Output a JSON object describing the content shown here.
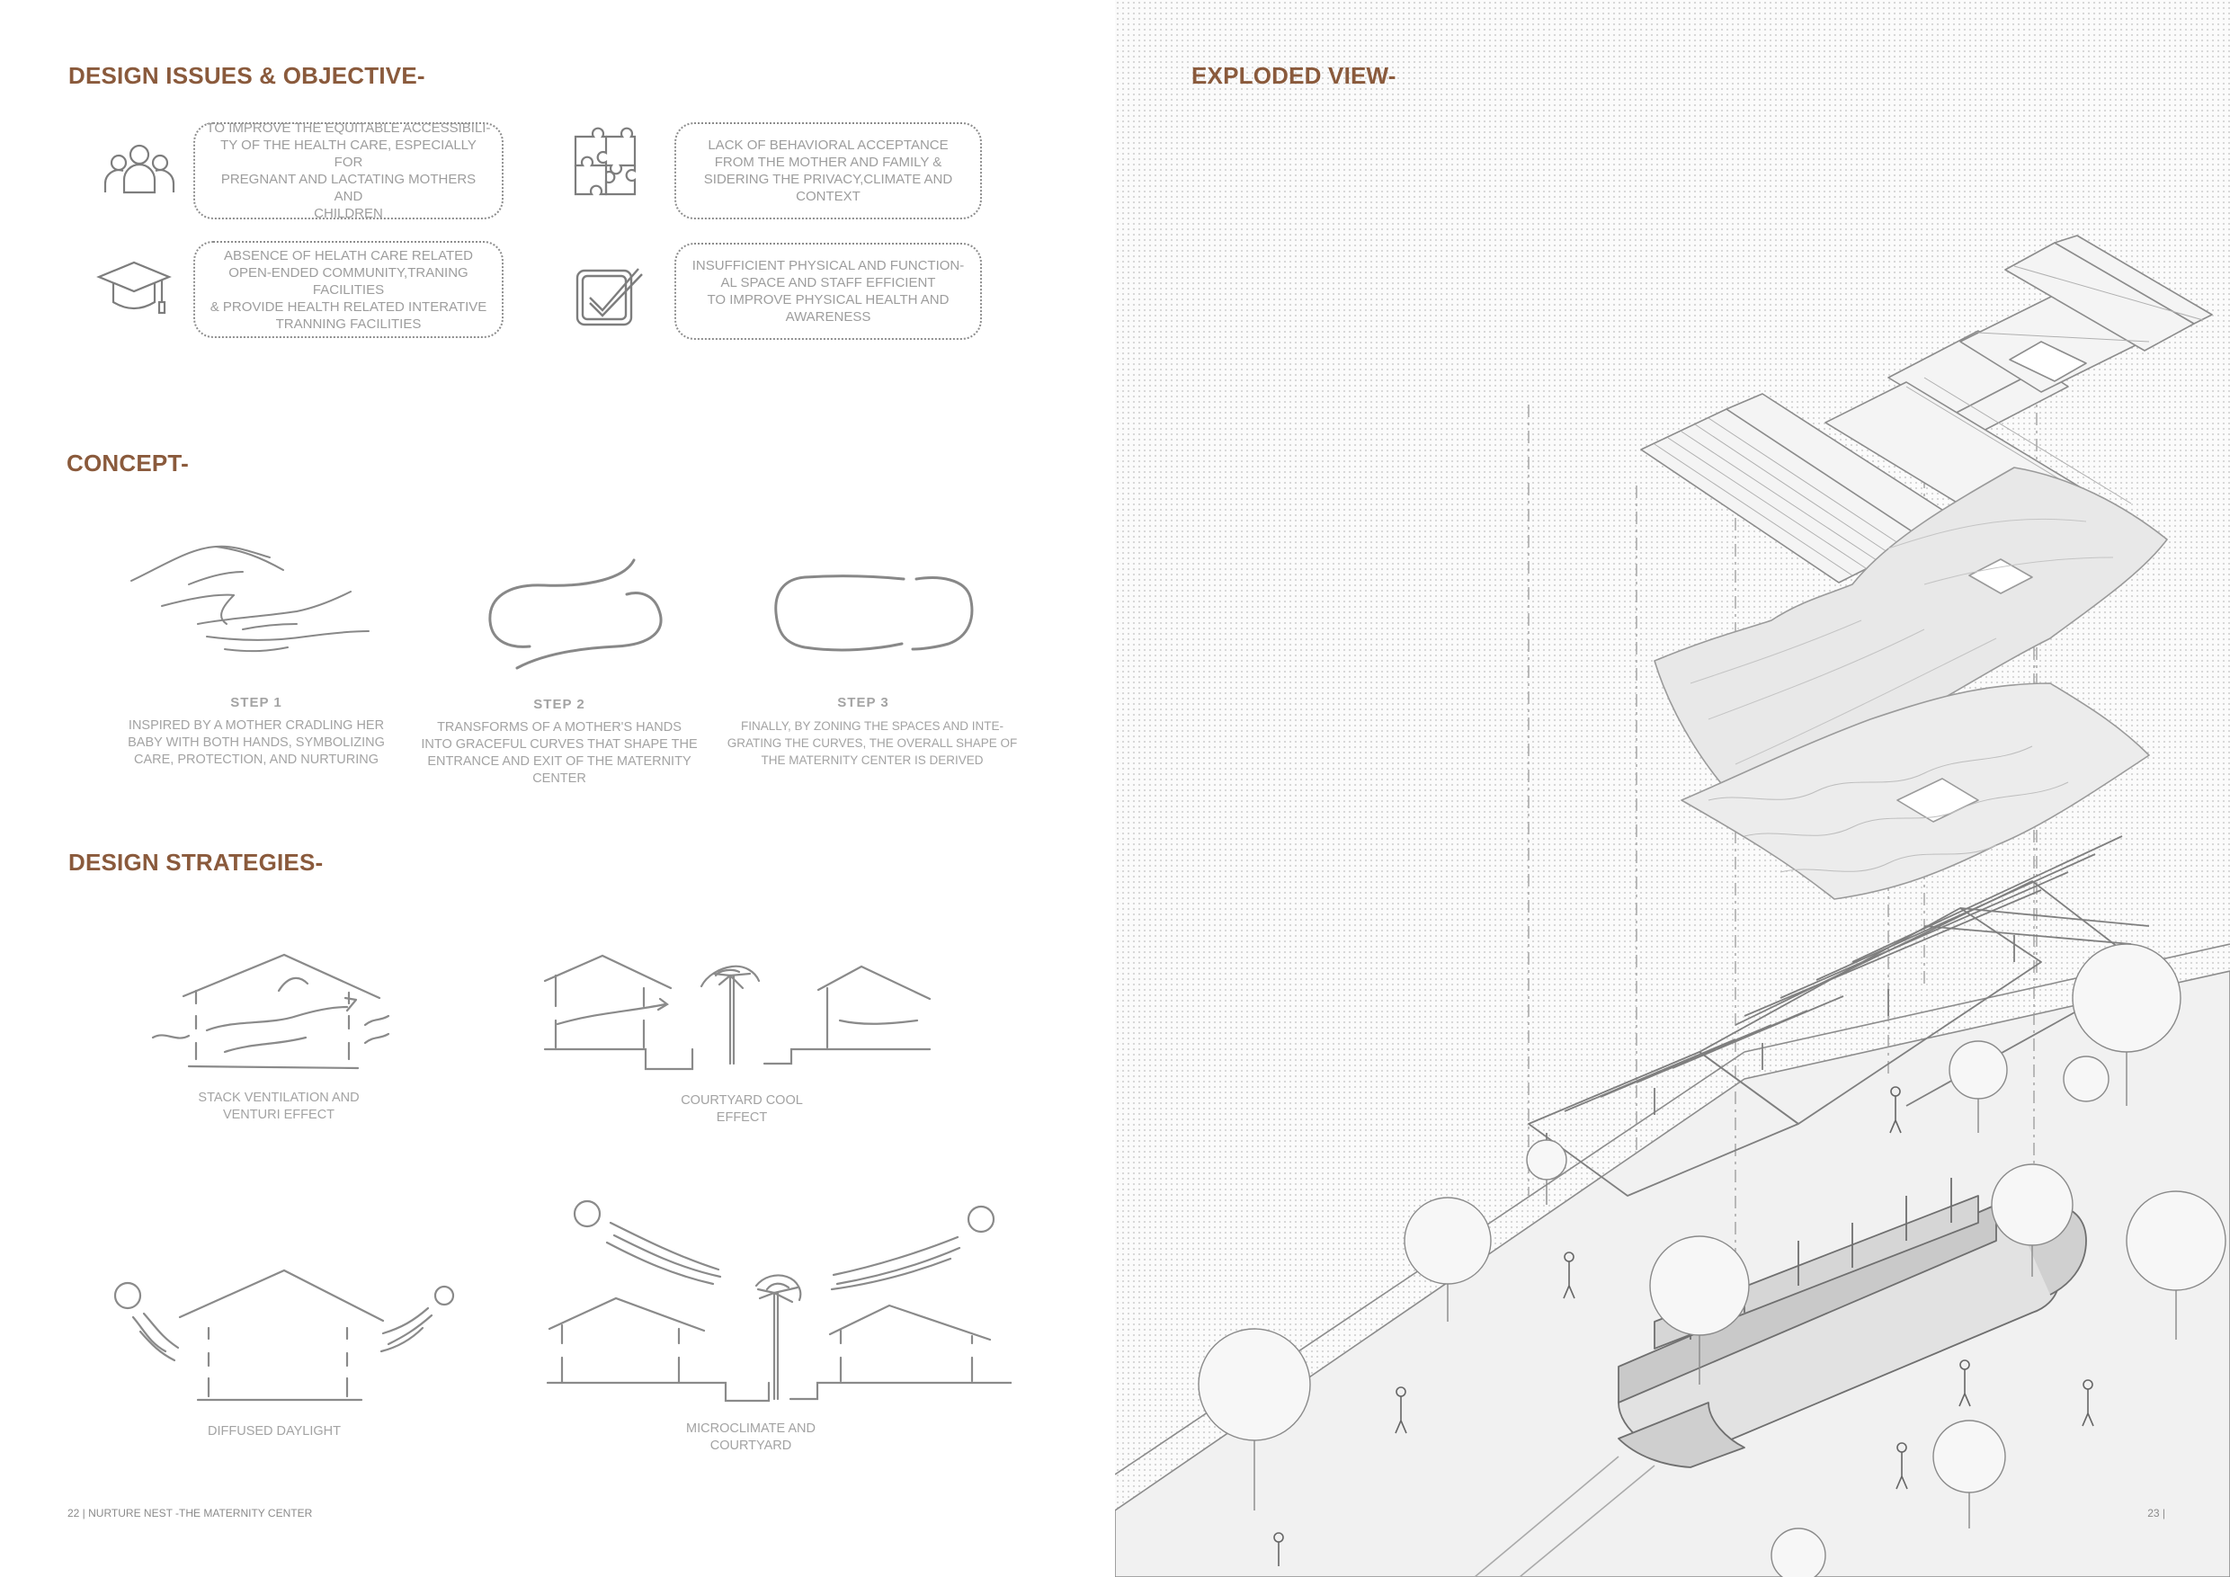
{
  "left_page": {
    "design_issues": {
      "heading": "DESIGN ISSUES & OBJECTIVE-",
      "items": [
        {
          "icon": "family-icon",
          "text": "TO IMPROVE THE EQUITABLE ACCESSIBILI-\nTY OF THE HEALTH CARE, ESPECIALLY FOR\nPREGNANT AND LACTATING MOTHERS AND\nCHILDREN"
        },
        {
          "icon": "puzzle-icon",
          "text": "LACK OF BEHAVIORAL ACCEPTANCE\nFROM THE MOTHER AND FAMILY &\nSIDERING THE PRIVACY,CLIMATE AND\nCONTEXT"
        },
        {
          "icon": "graduation-cap-icon",
          "text": "ABSENCE OF HELATH CARE RELATED\nOPEN-ENDED COMMUNITY,TRANING\nFACILITIES\n& PROVIDE HEALTH RELATED INTERATIVE\nTRANNING FACILITIES"
        },
        {
          "icon": "checkbox-icon",
          "text": "INSUFFICIENT PHYSICAL AND FUNCTION-\nAL SPACE AND STAFF EFFICIENT\nTO IMPROVE PHYSICAL HEALTH AND\nAWARENESS"
        }
      ]
    },
    "concept": {
      "heading": "CONCEPT-",
      "steps": [
        {
          "title": "STEP 1",
          "text": "INSPIRED BY A MOTHER CRADLING HER\nBABY WITH BOTH HANDS, SYMBOLIZING\nCARE, PROTECTION, AND NURTURING"
        },
        {
          "title": "STEP 2",
          "text": "TRANSFORMS OF A MOTHER'S HANDS\nINTO GRACEFUL CURVES THAT SHAPE THE\nENTRANCE AND EXIT OF THE MATERNITY\nCENTER"
        },
        {
          "title": "STEP 3",
          "text": "FINALLY, BY ZONING THE SPACES AND INTE-\nGRATING THE CURVES, THE OVERALL SHAPE OF\nTHE MATERNITY CENTER IS DERIVED"
        }
      ]
    },
    "design_strategies": {
      "heading": "DESIGN STRATEGIES-",
      "items": [
        {
          "label": "STACK VENTILATION AND\nVENTURI EFFECT"
        },
        {
          "label": "COURTYARD COOL\nEFFECT"
        },
        {
          "label": "DIFFUSED DAYLIGHT"
        },
        {
          "label": "MICROCLIMATE AND\nCOURTYARD"
        }
      ]
    },
    "footer": "22 | NURTURE NEST -THE MATERNITY CENTER"
  },
  "right_page": {
    "heading": "EXPLODED VIEW-",
    "page_number": "23 |"
  },
  "colors": {
    "heading": "#8a5a3c",
    "text": "#a3a3a3",
    "line": "#8d8d8d"
  }
}
